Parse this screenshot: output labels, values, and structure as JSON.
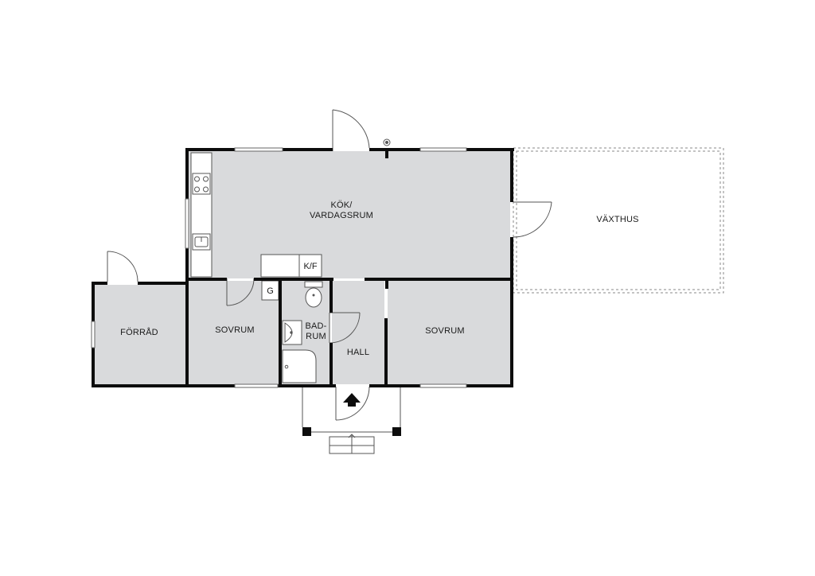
{
  "rooms": {
    "kitchen_line1": "KÖK/",
    "kitchen_line2": "VARDAGSRUM",
    "greenhouse": "VÄXTHUS",
    "storage": "FÖRRÅD",
    "bedroom_left": "SOVRUM",
    "bedroom_right": "SOVRUM",
    "bath_line1": "BAD-",
    "bath_line2": "RUM",
    "hall": "HALL"
  },
  "fixtures": {
    "fridge": "K/F",
    "wardrobe": "G"
  },
  "colors": {
    "wall": "#0d0d0d",
    "floor": "#d9dadc",
    "line": "#555555"
  }
}
